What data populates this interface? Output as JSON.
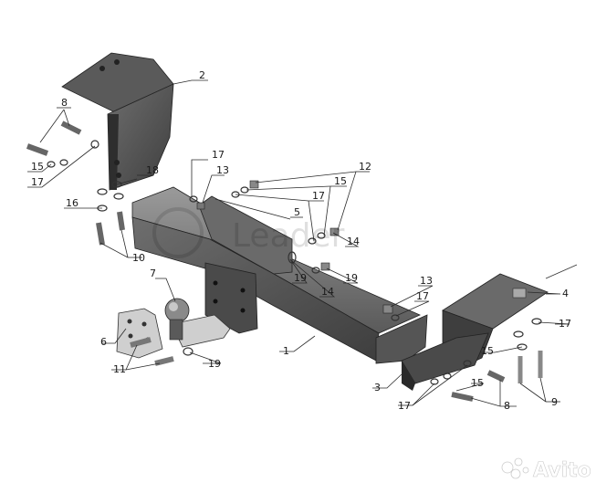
{
  "labels": {
    "l1": "1",
    "l2": "2",
    "l3": "3",
    "l4": "4",
    "l5": "5",
    "l6": "6",
    "l7": "7",
    "l8": "8",
    "l9": "9",
    "l10": "10",
    "l11": "11",
    "l12": "12",
    "l13": "13",
    "l14": "14",
    "l15": "15",
    "l16": "16",
    "l17": "17",
    "l18": "18",
    "l19": "19"
  },
  "watermark": {
    "text": "Leader"
  },
  "brand": {
    "avito": "Avito"
  },
  "colors": {
    "metal_dark": "#3e3e3e",
    "metal_mid": "#6e6e6e",
    "ball_plate": "#cfcfcf",
    "background": "#ffffff"
  }
}
